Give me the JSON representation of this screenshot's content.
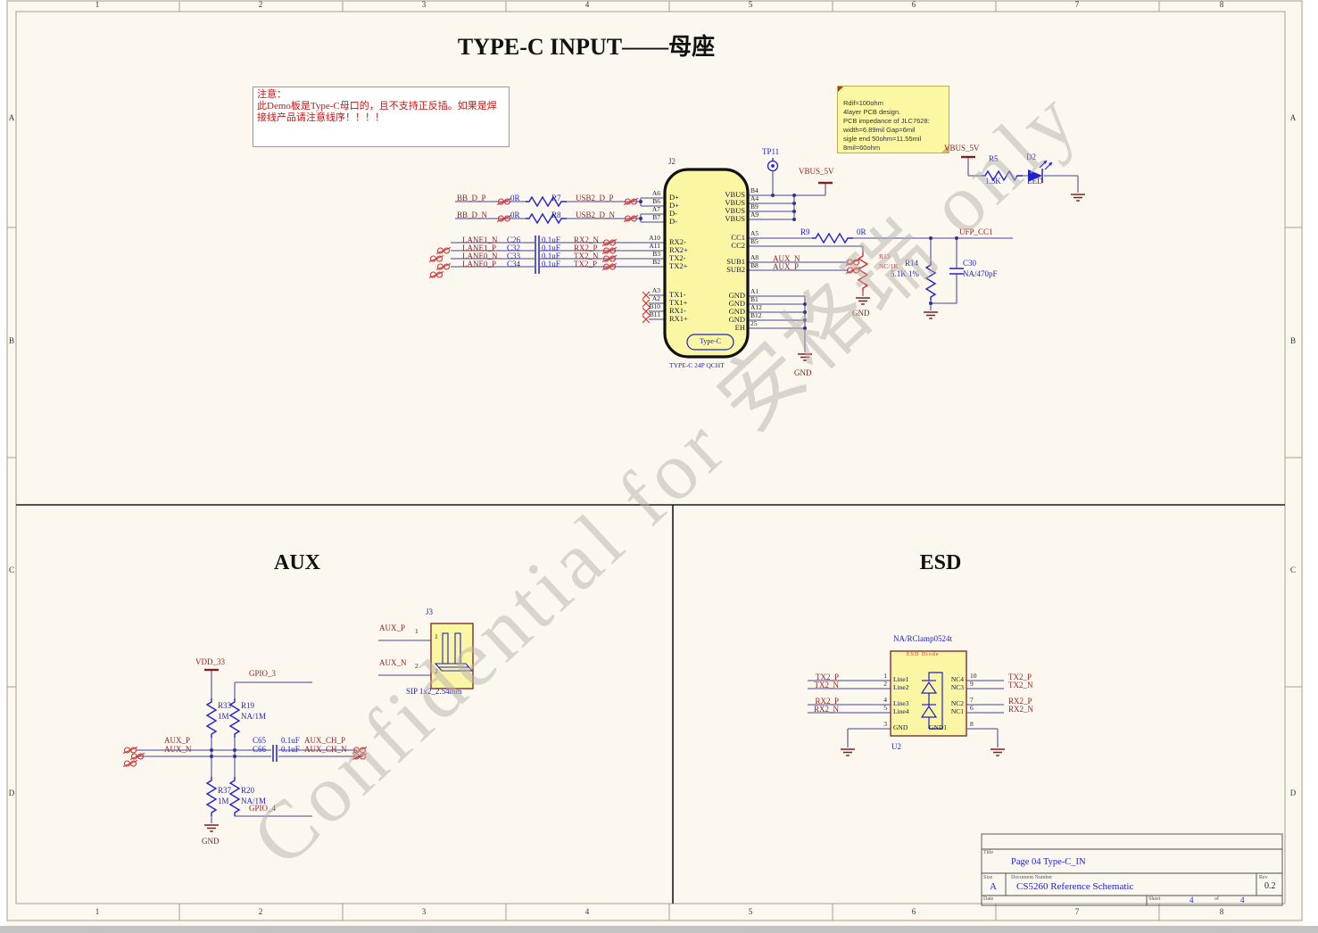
{
  "border": {
    "columns": [
      "1",
      "2",
      "3",
      "4",
      "5",
      "6",
      "7",
      "8"
    ],
    "rows": [
      "A",
      "B",
      "C",
      "D"
    ]
  },
  "watermark": "Confidential for 安格瑞 only",
  "colors": {
    "net_label": "#8E2323",
    "refdes": "#2222CC",
    "wire": "#6868A8",
    "component_fill": "#FAF6A3",
    "nc_red": "#D03030",
    "ground": "#7E2020"
  },
  "typec": {
    "title": "TYPE-C INPUT——母座",
    "red_note": "注意：\n此Demo板是Type-C母口的，且不支持正反插。如果是焊\n接线产品请注意线序！！！！",
    "yellow_note": "Rdif=100ohm\n4layer PCB design.\nPCB impedance of JLC7628:\nwidth=6.89mil Gap=6mil\nsigle end 50ohm=11.55mil\n8mil=60ohm",
    "tp11": "TP11",
    "vbus_5v": "VBUS_5V",
    "gnd": "GND",
    "j2": {
      "refdes": "J2",
      "footprint": "TYPE-C 24P QCHT",
      "logo": "Type-C",
      "left_names_usb": [
        "D+",
        "D+",
        "D-",
        "D-"
      ],
      "left_pins_usb": [
        "A6",
        "B6",
        "A7",
        "B7"
      ],
      "left_names_lane": [
        "RX2-",
        "RX2+",
        "TX2-",
        "TX2+"
      ],
      "left_pins_lane": [
        "A10",
        "A11",
        "B3",
        "B2"
      ],
      "left_names_tx1": [
        "TX1-",
        "TX1+",
        "RX1-",
        "RX1+"
      ],
      "left_pins_tx1": [
        "A3",
        "A2",
        "B10",
        "B11"
      ],
      "right_names_vbus": [
        "VBUS",
        "VBUS",
        "VBUS",
        "VBUS"
      ],
      "right_pins_vbus": [
        "B4",
        "A4",
        "B9",
        "A9"
      ],
      "right_names_cc": [
        "CC1",
        "CC2"
      ],
      "right_pins_cc": [
        "A5",
        "B5"
      ],
      "right_names_sub": [
        "SUB1",
        "SUB2"
      ],
      "right_pins_sub": [
        "A8",
        "B8"
      ],
      "right_names_gnd": [
        "GND",
        "GND",
        "GND",
        "GND",
        "EH"
      ],
      "right_pins_gnd": [
        "A1",
        "B1",
        "A12",
        "B12",
        "25"
      ]
    },
    "usb2_p": {
      "in": "BB_D_P",
      "val": "0R",
      "ref": "R7",
      "out": "USB2_D_P"
    },
    "usb2_n": {
      "in": "BB_D_N",
      "val": "0R",
      "ref": "R8",
      "out": "USB2_D_N"
    },
    "lanes": [
      {
        "in": "LANE1_N",
        "cap": "C26",
        "val": "0.1uF",
        "out": "RX2_N"
      },
      {
        "in": "LANE1_P",
        "cap": "C32",
        "val": "0.1uF",
        "out": "RX2_P"
      },
      {
        "in": "LANE0_N",
        "cap": "C33",
        "val": "0.1uF",
        "out": "TX2_N"
      },
      {
        "in": "LANE0_P",
        "cap": "C34",
        "val": "0.1uF",
        "out": "TX2_P"
      }
    ],
    "cc": {
      "r9": "R9",
      "r9_val": "0R",
      "net": "UFP_CC1",
      "r14": "R14",
      "r14_val": "5.1K 1%",
      "c30": "C30",
      "c30_val": "NA/470pF",
      "r13": "R13",
      "r13_val": "NC/1K"
    },
    "aux_n": "AUX_N",
    "aux_p": "AUX_P",
    "led": {
      "r5": "R5",
      "r5_val": "1.5K",
      "d2": "D2",
      "d2_val": "LED"
    }
  },
  "aux": {
    "title": "AUX",
    "vdd": "VDD_33",
    "gpio3": "GPIO_3",
    "gpio4": "GPIO_4",
    "gnd": "GND",
    "r33": "R33",
    "r33_val": "1M",
    "r19": "R19",
    "r19_val": "NA/1M",
    "r37": "R37",
    "r37_val": "1M",
    "r20": "R20",
    "r20_val": "NA/1M",
    "aux_p": "AUX_P",
    "aux_n": "AUX_N",
    "c65": "C65",
    "c65_val": "0.1uF",
    "c66": "C66",
    "c66_val": "0.1uF",
    "ch_p": "AUX_CH_P",
    "ch_n": "AUX_CH_N",
    "j3": {
      "refdes": "J3",
      "footprint": "SIP 1x2_2.54mm",
      "pins": [
        "1",
        "2"
      ],
      "nets": [
        "AUX_P",
        "AUX_N"
      ]
    }
  },
  "esd": {
    "title": "ESD",
    "part": "NA/RClamp0524t",
    "inner": "ESD Diode",
    "refdes": "U2",
    "pins_left": [
      "1",
      "2",
      "4",
      "5",
      "3"
    ],
    "names_left": [
      "Line1",
      "Line2",
      "Line3",
      "Line4",
      "GND"
    ],
    "pins_right": [
      "10",
      "9",
      "7",
      "6",
      "8"
    ],
    "names_right": [
      "NC4",
      "NC3",
      "NC2",
      "NC1",
      "GND1"
    ],
    "nets_left": [
      "TX2_P",
      "TX2_N",
      "RX2_P",
      "RX2_N"
    ],
    "nets_right": [
      "TX2_P",
      "TX2_N",
      "RX2_P",
      "RX2_N"
    ]
  },
  "title_block": {
    "title_label": "Title",
    "title": "Page 04 Type-C_IN",
    "size_label": "Size",
    "size": "A",
    "doc_label": "Document Number",
    "doc": "CS5260  Reference Schematic",
    "rev_label": "Rev",
    "rev": "0.2",
    "date_label": "Date",
    "sheet_label": "Sheet",
    "sheet_num": "4",
    "of": "of",
    "sheet_total": "4"
  }
}
